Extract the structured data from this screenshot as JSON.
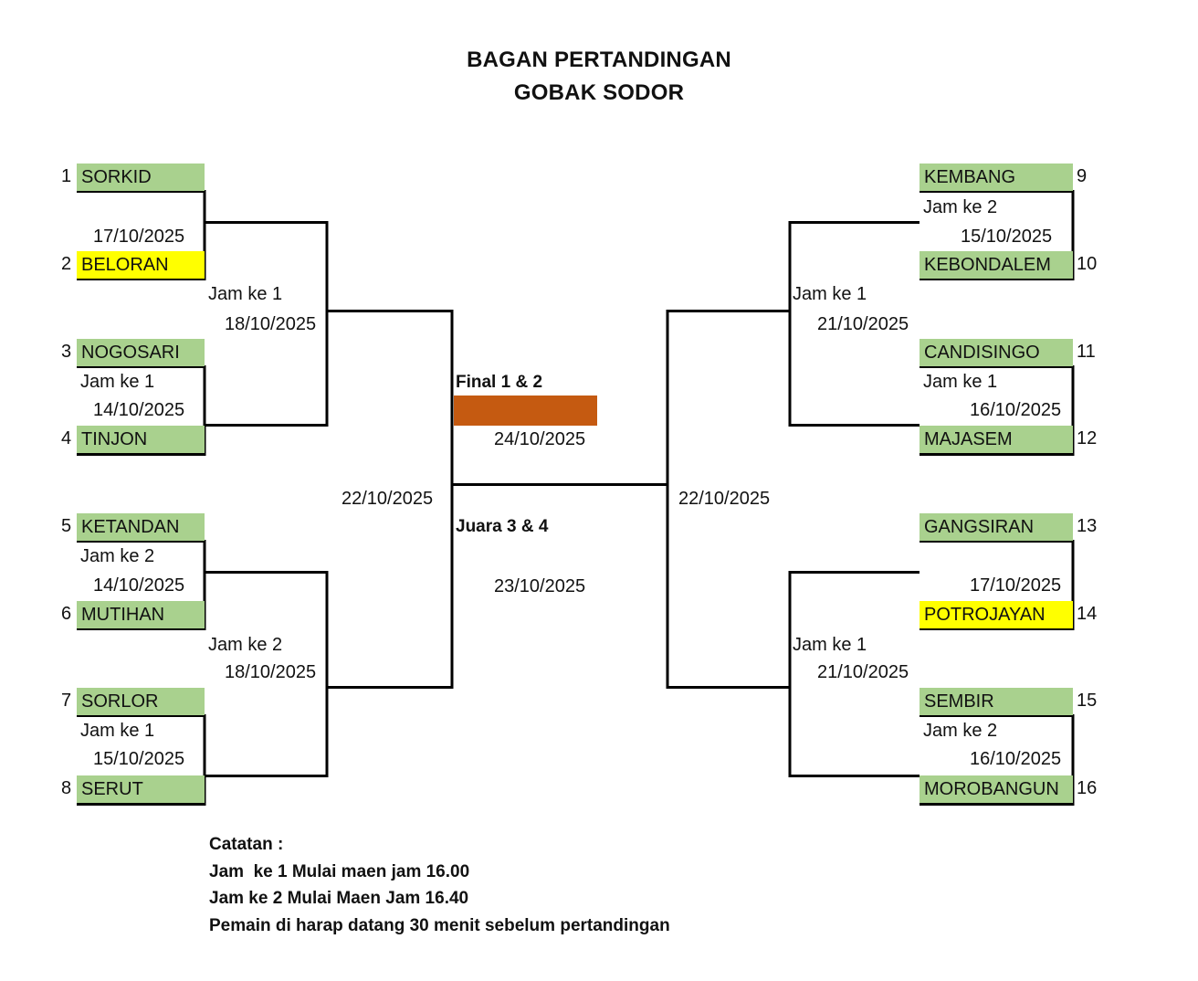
{
  "title": {
    "line1": "BAGAN PERTANDINGAN",
    "line2": "GOBAK SODOR"
  },
  "left": {
    "teams": [
      {
        "num": "1",
        "name": "SORKID",
        "color": "#a9d18e"
      },
      {
        "num": "2",
        "name": "BELORAN",
        "color": "#ffff00"
      },
      {
        "num": "3",
        "name": "NOGOSARI",
        "color": "#a9d18e"
      },
      {
        "num": "4",
        "name": "TINJON",
        "color": "#a9d18e"
      },
      {
        "num": "5",
        "name": "KETANDAN",
        "color": "#a9d18e"
      },
      {
        "num": "6",
        "name": "MUTIHAN",
        "color": "#a9d18e"
      },
      {
        "num": "7",
        "name": "SORLOR",
        "color": "#a9d18e"
      },
      {
        "num": "8",
        "name": "SERUT",
        "color": "#a9d18e"
      }
    ],
    "r1": [
      {
        "jam": "",
        "date": "17/10/2025"
      },
      {
        "jam": "Jam ke 1",
        "date": "14/10/2025"
      },
      {
        "jam": "Jam ke 2",
        "date": "14/10/2025"
      },
      {
        "jam": "Jam ke 1",
        "date": "15/10/2025"
      }
    ],
    "r2": [
      {
        "jam": "Jam ke 1",
        "date": "18/10/2025"
      },
      {
        "jam": "Jam ke 2",
        "date": "18/10/2025"
      }
    ],
    "semi_date": "22/10/2025"
  },
  "right": {
    "teams": [
      {
        "num": "9",
        "name": "KEMBANG",
        "color": "#a9d18e"
      },
      {
        "num": "10",
        "name": "KEBONDALEM",
        "color": "#a9d18e"
      },
      {
        "num": "11",
        "name": "CANDISINGO",
        "color": "#a9d18e"
      },
      {
        "num": "12",
        "name": "MAJASEM",
        "color": "#a9d18e"
      },
      {
        "num": "13",
        "name": "GANGSIRAN",
        "color": "#a9d18e"
      },
      {
        "num": "14",
        "name": "POTROJAYAN",
        "color": "#ffff00"
      },
      {
        "num": "15",
        "name": "SEMBIR",
        "color": "#a9d18e"
      },
      {
        "num": "16",
        "name": "MOROBANGUN",
        "color": "#a9d18e"
      }
    ],
    "r1": [
      {
        "jam": "Jam ke 2",
        "date": "15/10/2025"
      },
      {
        "jam": "Jam ke 1",
        "date": "16/10/2025"
      },
      {
        "jam": "",
        "date": "17/10/2025"
      },
      {
        "jam": "Jam ke 2",
        "date": "16/10/2025"
      }
    ],
    "r2": [
      {
        "jam": "Jam ke 1",
        "date": "21/10/2025"
      },
      {
        "jam": "Jam ke 1",
        "date": "21/10/2025"
      }
    ],
    "semi_date": "22/10/2025"
  },
  "final": {
    "label": "Final 1 & 2",
    "date": "24/10/2025",
    "color": "#c55a11"
  },
  "third": {
    "label": "Juara 3 & 4",
    "date": "23/10/2025"
  },
  "notes": {
    "heading": "Catatan :",
    "line1": "Jam  ke 1 Mulai maen jam 16.00",
    "line2": "Jam ke 2 Mulai Maen Jam 16.40",
    "line3": "Pemain di harap datang 30 menit sebelum pertandingan"
  }
}
